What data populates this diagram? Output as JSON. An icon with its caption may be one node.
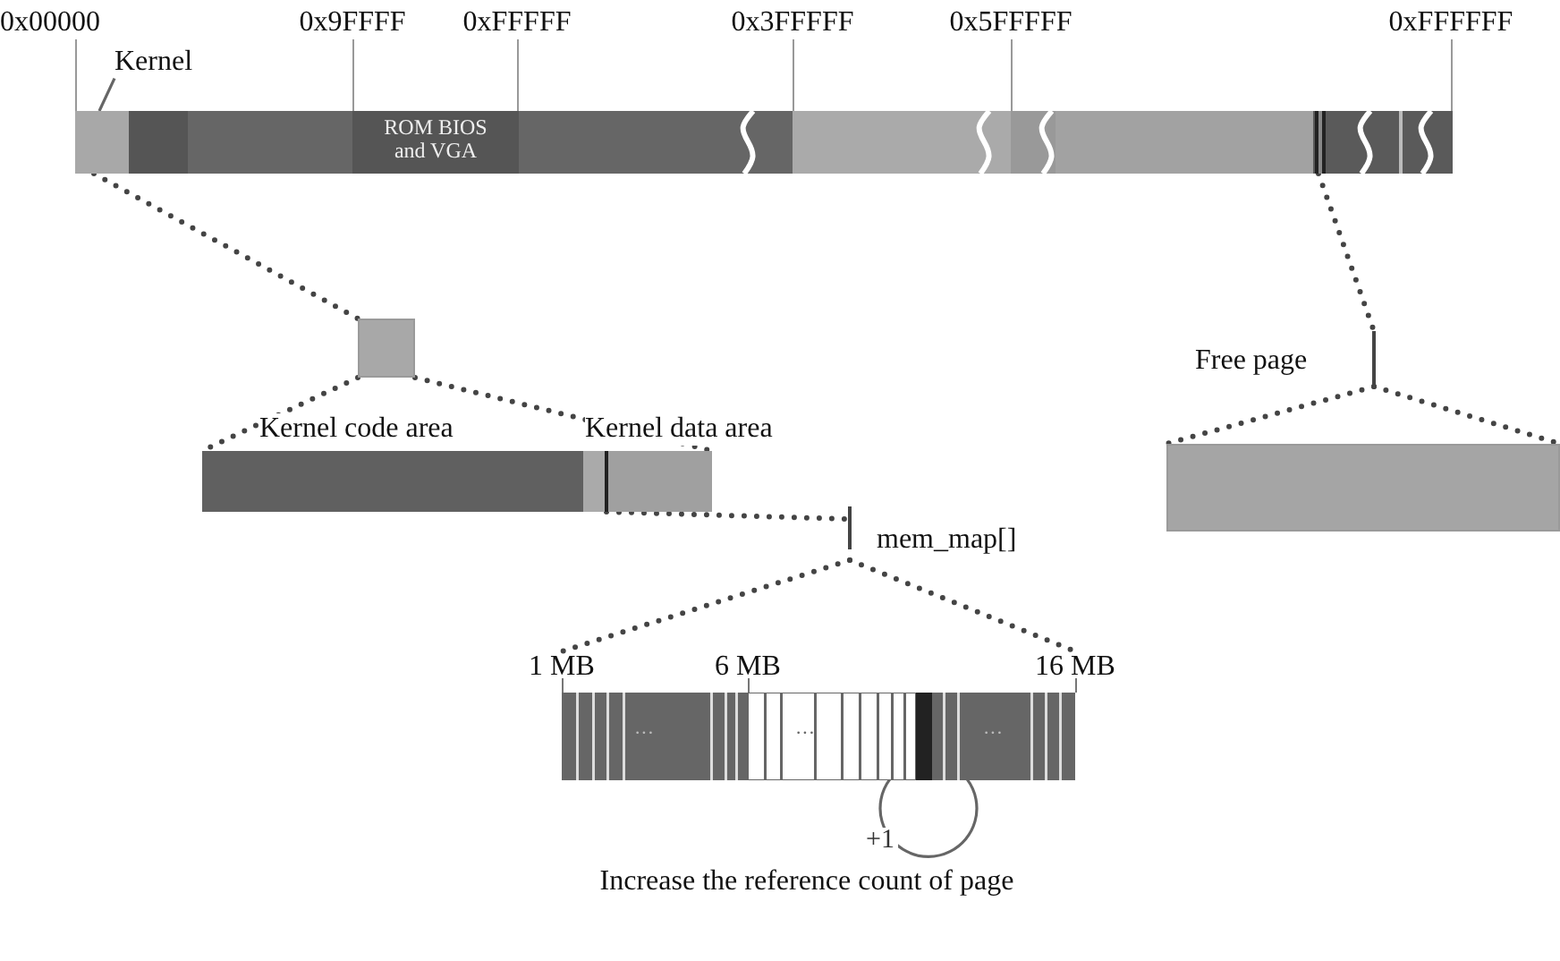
{
  "diagram": {
    "nodes": [
      {
        "text": [
          "Kernel"
        ]
      },
      {
        "text": [
          "ROM BIOS and VGA"
        ]
      },
      {
        "text": [],
        "shape": "bar",
        "in": 1
      },
      {
        "text": [],
        "shape": "box"
      },
      {
        "text": [
          "Kernel code area",
          "Kernel data area"
        ]
      },
      {
        "text": [
          "Free page"
        ]
      },
      {
        "text": [],
        "shape": "box"
      },
      {
        "text": [
          "mem_map[]"
        ]
      },
      {
        "text": [
          "1 MB",
          "6 MB",
          "16 MB"
        ]
      }
    ],
    "edges": [
      {
        "from": 0,
        "to": 2,
        "arrow": "none"
      },
      {
        "from": 2,
        "to": 3,
        "arrow": "none",
        "style": "dashed"
      },
      {
        "from": 3,
        "to": 4,
        "arrow": "none",
        "style": "dashed"
      },
      {
        "from": 3,
        "to": 4,
        "arrow": "none",
        "style": "dashed"
      },
      {
        "from": 1,
        "to": 5,
        "arrow": "none",
        "style": "dashed"
      },
      {
        "from": 5,
        "to": 6,
        "arrow": "none",
        "style": "dashed"
      },
      {
        "from": 5,
        "to": 6,
        "arrow": "none",
        "style": "dashed"
      },
      {
        "from": 4,
        "to": 7,
        "arrow": "none",
        "style": "dashed"
      },
      {
        "from": 7,
        "to": 8,
        "arrow": "none",
        "style": "dashed"
      },
      {
        "from": 7,
        "to": 8,
        "arrow": "none",
        "style": "dashed"
      },
      {
        "from": 8,
        "to": 8,
        "arrow": "to",
        "label": "+1"
      }
    ],
    "labels": [
      "0x00000",
      "0x9FFFF",
      "0xFFFFF",
      "0x3FFFFF",
      "0x5FFFFF",
      "0xFFFFFF",
      "···",
      "···",
      "···",
      "Increase the reference count of page"
    ]
  }
}
